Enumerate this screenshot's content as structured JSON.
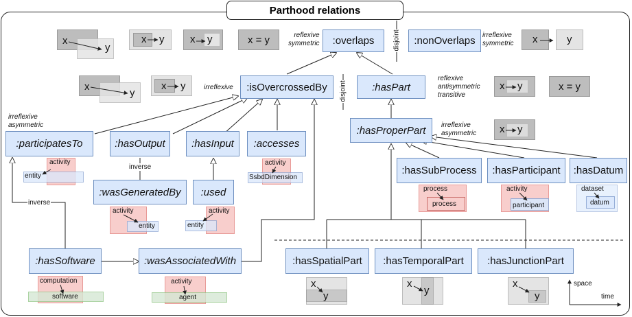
{
  "title": "Parthood relations",
  "relations": {
    "overlaps": ":overlaps",
    "nonOverlaps": ":nonOverlaps",
    "isOvercrossedBy": ":isOvercrossedBy",
    "hasPart": ":hasPart",
    "hasProperPart": ":hasProperPart",
    "participatesTo": ":participatesTo",
    "hasOutput": ":hasOutput",
    "hasInput": ":hasInput",
    "accesses": ":accesses",
    "wasGeneratedBy": ":wasGeneratedBy",
    "used": ":used",
    "hasSubProcess": ":hasSubProcess",
    "hasParticipant": ":hasParticipant",
    "hasDatum": ":hasDatum",
    "hasSoftware": ":hasSoftware",
    "wasAssociatedWith": ":wasAssociatedWith",
    "hasSpatialPart": ":hasSpatialPart",
    "hasTemporalPart": ":hasTemporalPart",
    "hasJunctionPart": ":hasJunctionPart"
  },
  "properties": {
    "overlaps": [
      "reflexive",
      "symmetric"
    ],
    "nonOverlaps": [
      "irreflexive",
      "symmetric"
    ],
    "isOvercrossedBy": [
      "irreflexive"
    ],
    "hasPart": [
      "reflexive",
      "antisymmetric",
      "transitive"
    ],
    "hasProperPart": [
      "irreflexive",
      "asymmetric"
    ],
    "participatesTo": [
      "irreflexive",
      "asymmetric"
    ]
  },
  "links": {
    "disjoint": "disjoint",
    "inverse": "inverse"
  },
  "symbols": {
    "x": "x",
    "y": "y",
    "x_equals_y": "x = y"
  },
  "examples": {
    "activity": "activity",
    "entity": "entity",
    "sdd": "SsbdDimension",
    "process": "process",
    "participant": "participant",
    "dataset": "dataset",
    "datum": "datum",
    "computation": "computation",
    "software": "software",
    "agent": "agent"
  },
  "axes": {
    "space": "space",
    "time": "time"
  },
  "colors": {
    "relation_fill": "#dae8fc",
    "relation_border": "#6c8ebf",
    "activity_fill": "#f8cecc",
    "entity_fill": "#dae8fc",
    "agent_fill": "#d5e8d4",
    "shape_dark": "#bdbdbd",
    "shape_light": "#e4e4e4"
  }
}
